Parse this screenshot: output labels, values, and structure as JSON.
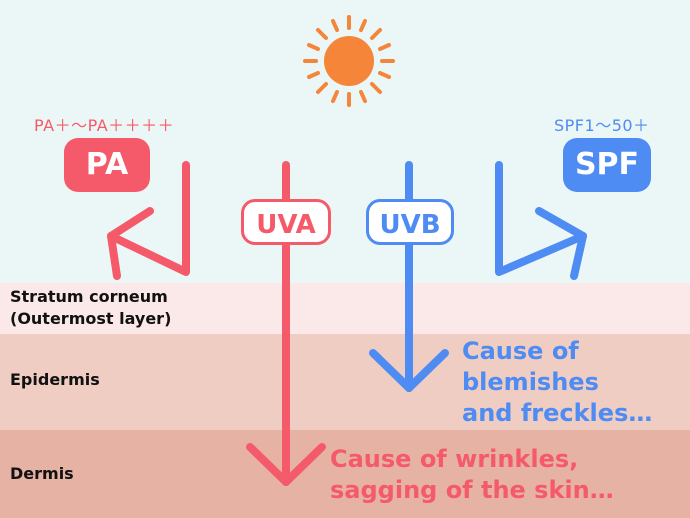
{
  "colors": {
    "pa": "#f55a6a",
    "spf": "#4e8bf2",
    "sun": "#f58538"
  },
  "icons": {
    "sun": "sun-icon"
  },
  "pa": {
    "range": "PA＋〜PA＋＋＋＋",
    "label": "PA"
  },
  "spf": {
    "range": "SPF1〜50＋",
    "label": "SPF"
  },
  "rays": {
    "uva": "UVA",
    "uvb": "UVB"
  },
  "layers": {
    "corneum": [
      "Stratum corneum",
      "(Outermost layer)"
    ],
    "epidermis": "Epidermis",
    "dermis": "Dermis"
  },
  "causes": {
    "uvb": [
      "Cause of",
      "blemishes",
      "and freckles…"
    ],
    "uva": [
      "Cause of wrinkles,",
      "sagging of the skin…"
    ]
  }
}
